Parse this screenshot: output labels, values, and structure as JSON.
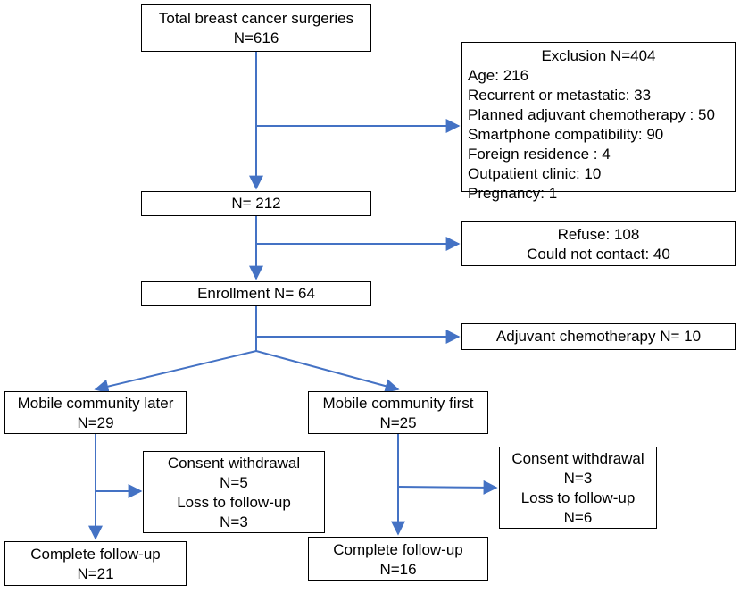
{
  "boxes": {
    "total": {
      "lines": [
        "Total breast cancer surgeries",
        "N=616"
      ]
    },
    "exclusion": {
      "title": "Exclusion N=404",
      "items": [
        "Age: 216",
        "Recurrent or metastatic: 33",
        "Planned adjuvant chemotherapy : 50",
        "Smartphone compatibility: 90",
        "Foreign residence : 4",
        "Outpatient clinic: 10",
        "Pregnancy: 1"
      ]
    },
    "n212": {
      "lines": [
        "N= 212"
      ]
    },
    "refuse": {
      "lines": [
        "Refuse: 108",
        "Could not contact: 40"
      ]
    },
    "enrollment": {
      "lines": [
        "Enrollment N= 64"
      ]
    },
    "adjuvant": {
      "lines": [
        "Adjuvant chemotherapy N= 10"
      ]
    },
    "later": {
      "lines": [
        "Mobile community later",
        "N=29"
      ]
    },
    "first": {
      "lines": [
        "Mobile community first",
        "N=25"
      ]
    },
    "withdraw_left": {
      "lines": [
        "Consent withdrawal",
        "N=5",
        "Loss to follow-up",
        "N=3"
      ]
    },
    "withdraw_right": {
      "lines": [
        "Consent withdrawal",
        "N=3",
        "Loss to follow-up",
        "N=6"
      ]
    },
    "complete_left": {
      "lines": [
        "Complete follow-up",
        "N=21"
      ]
    },
    "complete_right": {
      "lines": [
        "Complete follow-up",
        "N=16"
      ]
    }
  },
  "colors": {
    "arrow": "#4472c4",
    "border": "#000000"
  }
}
